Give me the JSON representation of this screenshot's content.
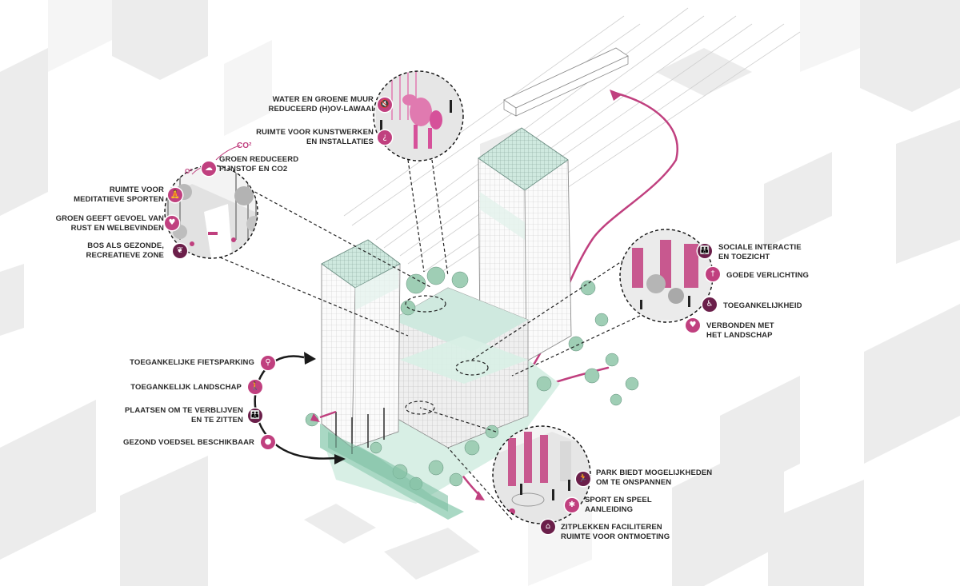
{
  "colors": {
    "accent": "#c0407f",
    "accent_dark": "#6b1f4a",
    "accent_light": "#e07ab0",
    "green": "#7ec8a8",
    "ink": "#2a2a2a"
  },
  "co2_marker": {
    "label": "CO²",
    "o2": "O²"
  },
  "callouts": [
    {
      "id": "water",
      "label": "WATER EN GROENE MUUR\nREDUCEERD (H)OV-LAWAAI",
      "icon": "speaker-muted-icon",
      "glyph": "🔇",
      "tone": "accent"
    },
    {
      "id": "art",
      "label": "RUIMTE VOOR KUNSTWERKEN\nEN INSTALLATIES",
      "icon": "question-icon",
      "glyph": "¿",
      "tone": "accent"
    },
    {
      "id": "dust",
      "label": "GROEN REDUCEERD\nFIJNSTOF EN CO2",
      "icon": "cloud-icon",
      "glyph": "☁",
      "tone": "accent"
    },
    {
      "id": "meditate",
      "label": "RUIMTE VOOR\nMEDITATIEVE SPORTEN",
      "icon": "meditation-icon",
      "glyph": "🧘",
      "tone": "accent"
    },
    {
      "id": "calm",
      "label": "GROEN GEEFT GEVOEL VAN\nRUST EN WELBEVINDEN",
      "icon": "heart-icon",
      "glyph": "♥",
      "tone": "accent"
    },
    {
      "id": "forest",
      "label": "BOS ALS GEZONDE,\nRECREATIEVE ZONE",
      "icon": "leaf-icon",
      "glyph": "❦",
      "tone": "dark"
    },
    {
      "id": "social",
      "label": "SOCIALE INTERACTIE\nEN TOEZICHT",
      "icon": "people-icon",
      "glyph": "👪",
      "tone": "dark"
    },
    {
      "id": "light",
      "label": "GOEDE VERLICHTING",
      "icon": "streetlight-icon",
      "glyph": "†",
      "tone": "accent"
    },
    {
      "id": "access",
      "label": "TOEGANKELIJKHEID",
      "icon": "wheelchair-icon",
      "glyph": "♿",
      "tone": "dark"
    },
    {
      "id": "landscape_link",
      "label": "VERBONDEN MET\nHET LANDSCHAP",
      "icon": "heart-icon",
      "glyph": "♥",
      "tone": "accent"
    },
    {
      "id": "bike",
      "label": "TOEGANKELIJKE FIETSPARKING",
      "icon": "bicycle-icon",
      "glyph": "⚲",
      "tone": "accent"
    },
    {
      "id": "landscape",
      "label": "TOEGANKELIJK LANDSCHAP",
      "icon": "walking-icon",
      "glyph": "🚶",
      "tone": "accent"
    },
    {
      "id": "stay",
      "label": "PLAATSEN OM TE VERBLIJVEN\nEN TE ZITTEN",
      "icon": "family-icon",
      "glyph": "👪",
      "tone": "dark"
    },
    {
      "id": "food",
      "label": "GEZOND VOEDSEL BESCHIKBAAR",
      "icon": "apple-icon",
      "glyph": "●",
      "tone": "accent"
    },
    {
      "id": "park",
      "label": "PARK BIEDT MOGELIJKHEDEN\nOM TE ONSPANNEN",
      "icon": "running-icon",
      "glyph": "🏃",
      "tone": "dark"
    },
    {
      "id": "sport",
      "label": "SPORT EN SPEEL\nAANLEIDING",
      "icon": "star-icon",
      "glyph": "✱",
      "tone": "accent"
    },
    {
      "id": "seating",
      "label": "ZITPLEKKEN FACILITEREN\nRUIMTE VOOR ONTMOETING",
      "icon": "meeting-icon",
      "glyph": "⌂",
      "tone": "dark"
    }
  ]
}
